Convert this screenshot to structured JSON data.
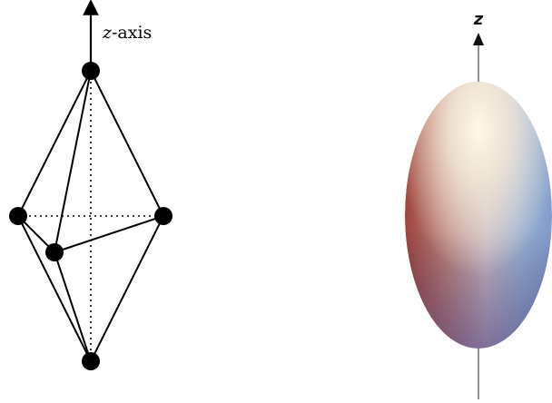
{
  "left_diagram": {
    "axis_var": "z",
    "axis_suffix": "-axis"
  },
  "right_diagram": {
    "axis_label": "z"
  }
}
